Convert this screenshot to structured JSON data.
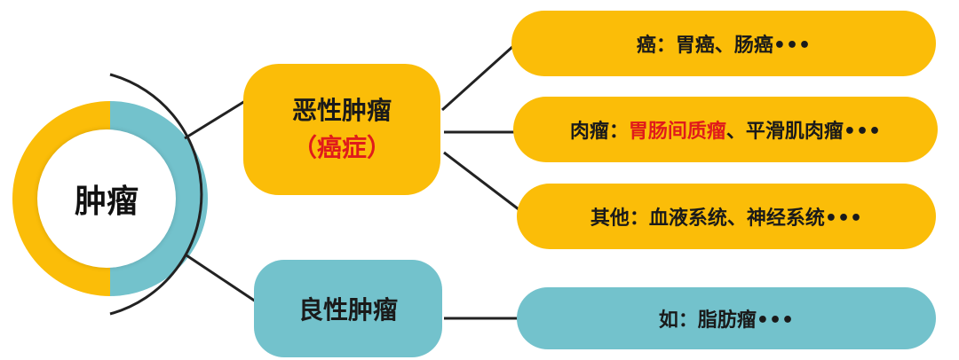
{
  "root": {
    "label": "肿瘤"
  },
  "malignant": {
    "title": "恶性肿瘤",
    "subtitle": "（癌症）"
  },
  "benign": {
    "title": "良性肿瘤"
  },
  "leaves": {
    "cancer": {
      "text": "癌：胃癌、肠癌•••"
    },
    "sarcoma": {
      "prefix": "肉瘤：",
      "highlight": "胃肠间质瘤",
      "suffix": "、平滑肌肉瘤•••"
    },
    "other": {
      "text": "其他：血液系统、神经系统•••"
    },
    "benign_example": {
      "text": "如：脂肪瘤•••"
    }
  },
  "colors": {
    "yellow": "#fbbd08",
    "teal": "#73c2cc",
    "highlight_red": "#e01b1b",
    "line": "#222222"
  }
}
